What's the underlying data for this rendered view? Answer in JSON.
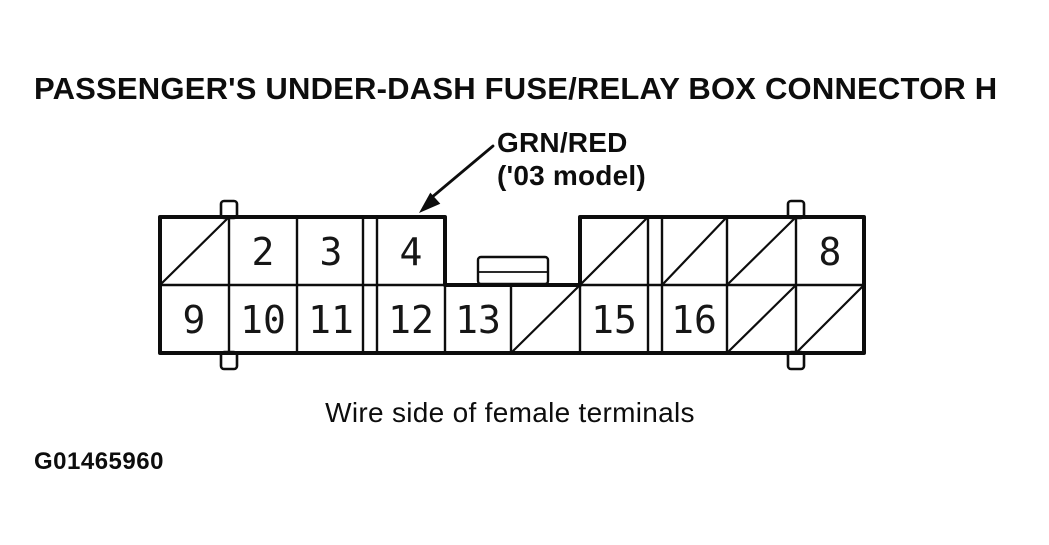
{
  "page": {
    "background": "#ffffff",
    "ink": "#0d0d0d"
  },
  "title": "PASSENGER'S UNDER-DASH FUSE/RELAY BOX CONNECTOR H",
  "callout": {
    "wire_color": "GRN/RED",
    "model_note": "('03 model)"
  },
  "connector": {
    "caption": "Wire side of female terminals",
    "top_row_labels": [
      "2",
      "3",
      "4",
      "8"
    ],
    "bottom_row_labels": [
      "9",
      "10",
      "11",
      "12",
      "13",
      "15",
      "16"
    ]
  },
  "figure_id": "G01465960"
}
